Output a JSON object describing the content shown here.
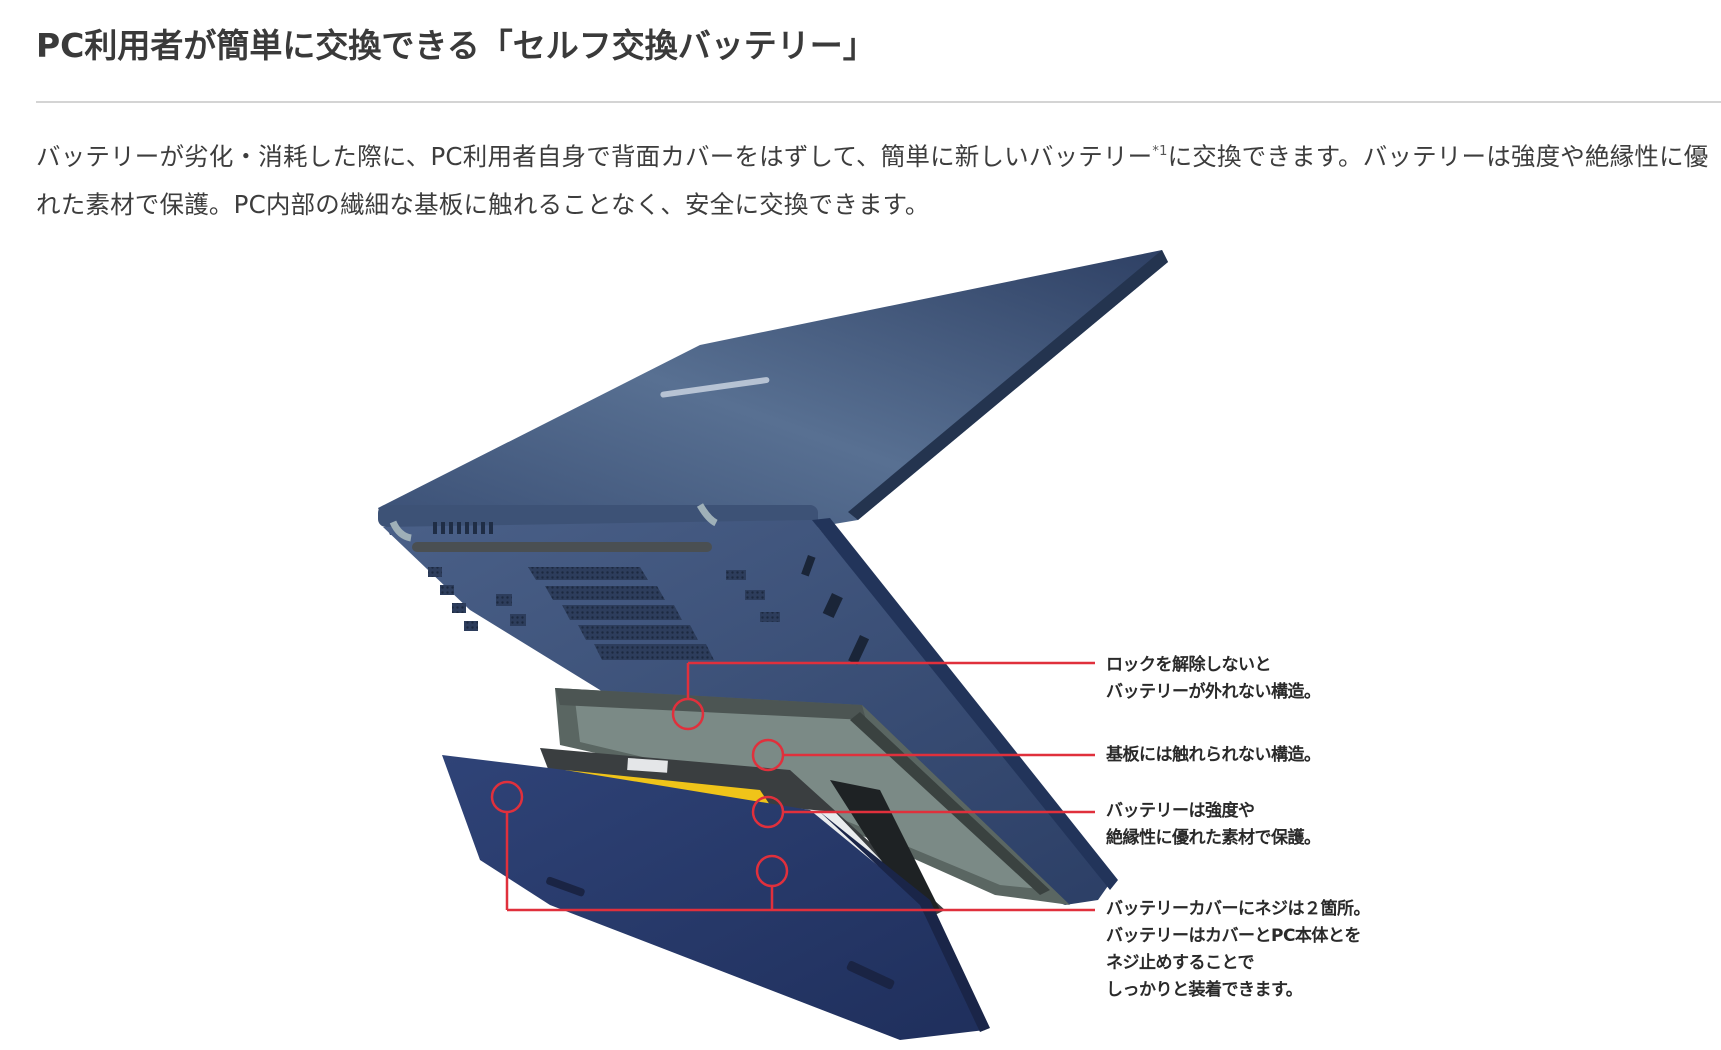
{
  "section": {
    "title": "PC利用者が簡単に交換できる「セルフ交換バッテリー」",
    "lead": {
      "before_footnote": "バッテリーが劣化・消耗した際に、PC利用者自身で背面カバーをはずして、簡単に新しいバッテリー",
      "footnote_mark": "*1",
      "after_footnote": "に交換できます。バッテリーは強度や絶縁性に優れた素材で保護。PC内部の繊細な基板に触れることなく、安全に交換できます。"
    }
  },
  "figure": {
    "subject": "laptop-underside-exploded-battery",
    "colors": {
      "laptop_navy": "#2f4264",
      "cover_navy": "#27386a",
      "callout_red": "#e0303c",
      "battery_yellow": "#f0c419"
    },
    "callouts": [
      {
        "lines": [
          "ロックを解除しないと",
          "バッテリーが外れない構造。"
        ]
      },
      {
        "lines": [
          "基板には触れられない構造。"
        ]
      },
      {
        "lines": [
          "バッテリーは強度や",
          "絶縁性に優れた素材で保護。"
        ]
      },
      {
        "lines": [
          "バッテリーカバーにネジは２箇所。",
          "バッテリーはカバーとPC本体とを",
          "ネジ止めすることで",
          "しっかりと装着できます。"
        ]
      }
    ]
  }
}
